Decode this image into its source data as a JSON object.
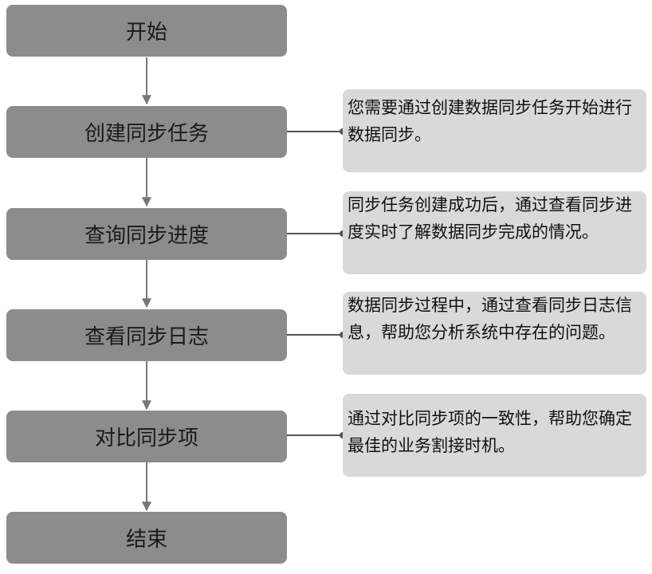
{
  "steps": [
    {
      "id": "start",
      "label": "开始"
    },
    {
      "id": "create-sync-task",
      "label": "创建同步任务"
    },
    {
      "id": "view-sync-progress",
      "label": "查询同步进度"
    },
    {
      "id": "view-sync-log",
      "label": "查看同步日志"
    },
    {
      "id": "compare-sync-items",
      "label": "对比同步项"
    },
    {
      "id": "end",
      "label": "结束"
    }
  ],
  "notes": [
    {
      "step": "create-sync-task",
      "text": "您需要通过创建数据同步任务开始进行数据同步。"
    },
    {
      "step": "view-sync-progress",
      "text": "同步任务创建成功后，通过查看同步进度实时了解数据同步完成的情况。"
    },
    {
      "step": "view-sync-log",
      "text": "数据同步过程中，通过查看同步日志信息，帮助您分析系统中存在的问题。"
    },
    {
      "step": "compare-sync-items",
      "text": "通过对比同步项的一致性，帮助您确定最佳的业务割接时机。"
    }
  ],
  "colors": {
    "step_fill": "#8c8c8c",
    "note_fill": "#d9d9d9",
    "connector": "#777777",
    "text": "#1a1a1a"
  }
}
